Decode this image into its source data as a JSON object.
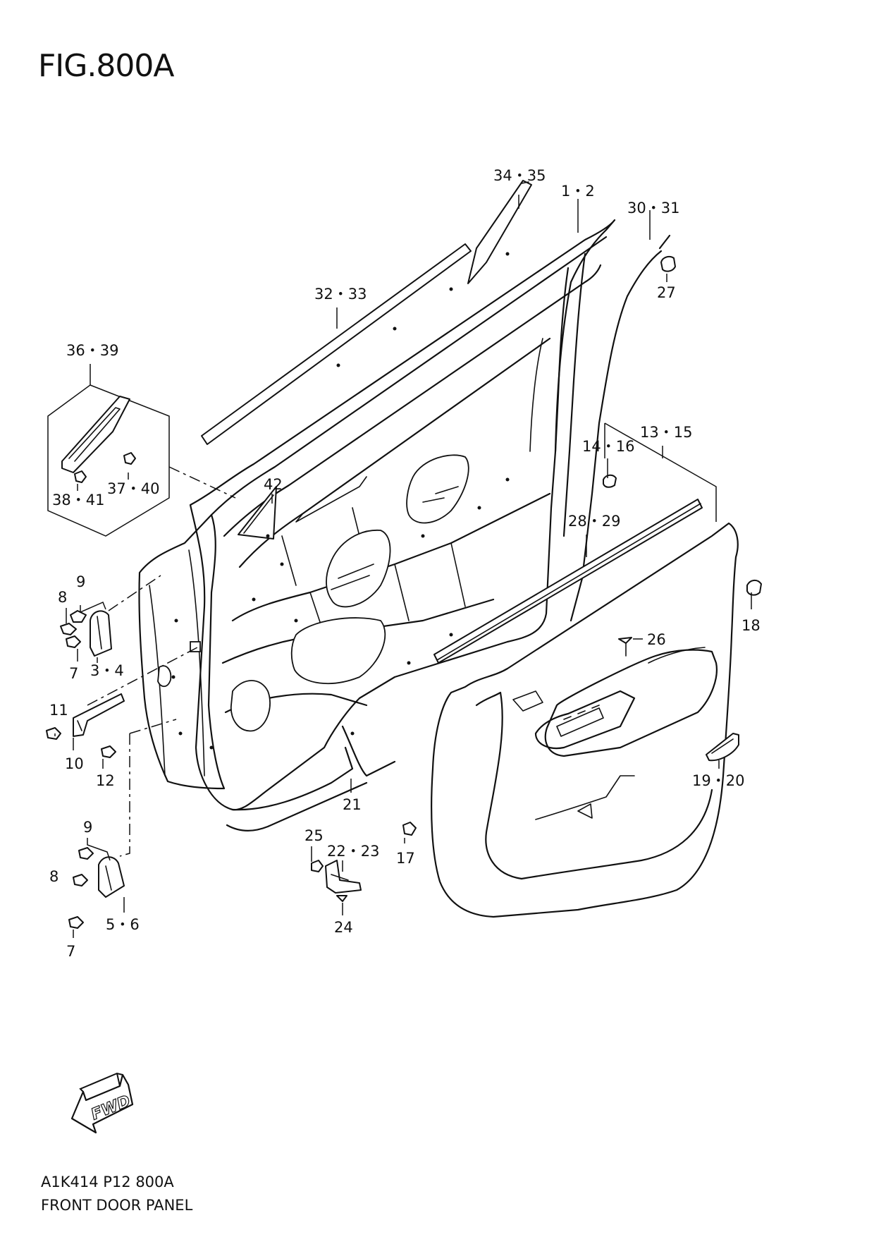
{
  "figure_title": "FIG.800A",
  "footer": {
    "code": "A1K414 P12 800A",
    "caption": "FRONT DOOR PANEL"
  },
  "fwd_badge": "FWD",
  "callouts": {
    "c1": "34・35",
    "c2": "1・2",
    "c3": "30・31",
    "c4": "27",
    "c5": "32・33",
    "c6": "36・39",
    "c7": "37・40",
    "c8": "38・41",
    "c9": "42",
    "c10": "13・15",
    "c11": "14・16",
    "c12": "28・29",
    "c13": "18",
    "c14": "26",
    "c15": "9",
    "c16": "8",
    "c17": "7",
    "c18": "3・4",
    "c19": "11",
    "c20": "10",
    "c21": "12",
    "c22": "21",
    "c23": "19・20",
    "c24": "9",
    "c25": "25",
    "c26": "22・23",
    "c27": "17",
    "c28": "8",
    "c29": "5・6",
    "c30": "24",
    "c31": "7"
  }
}
